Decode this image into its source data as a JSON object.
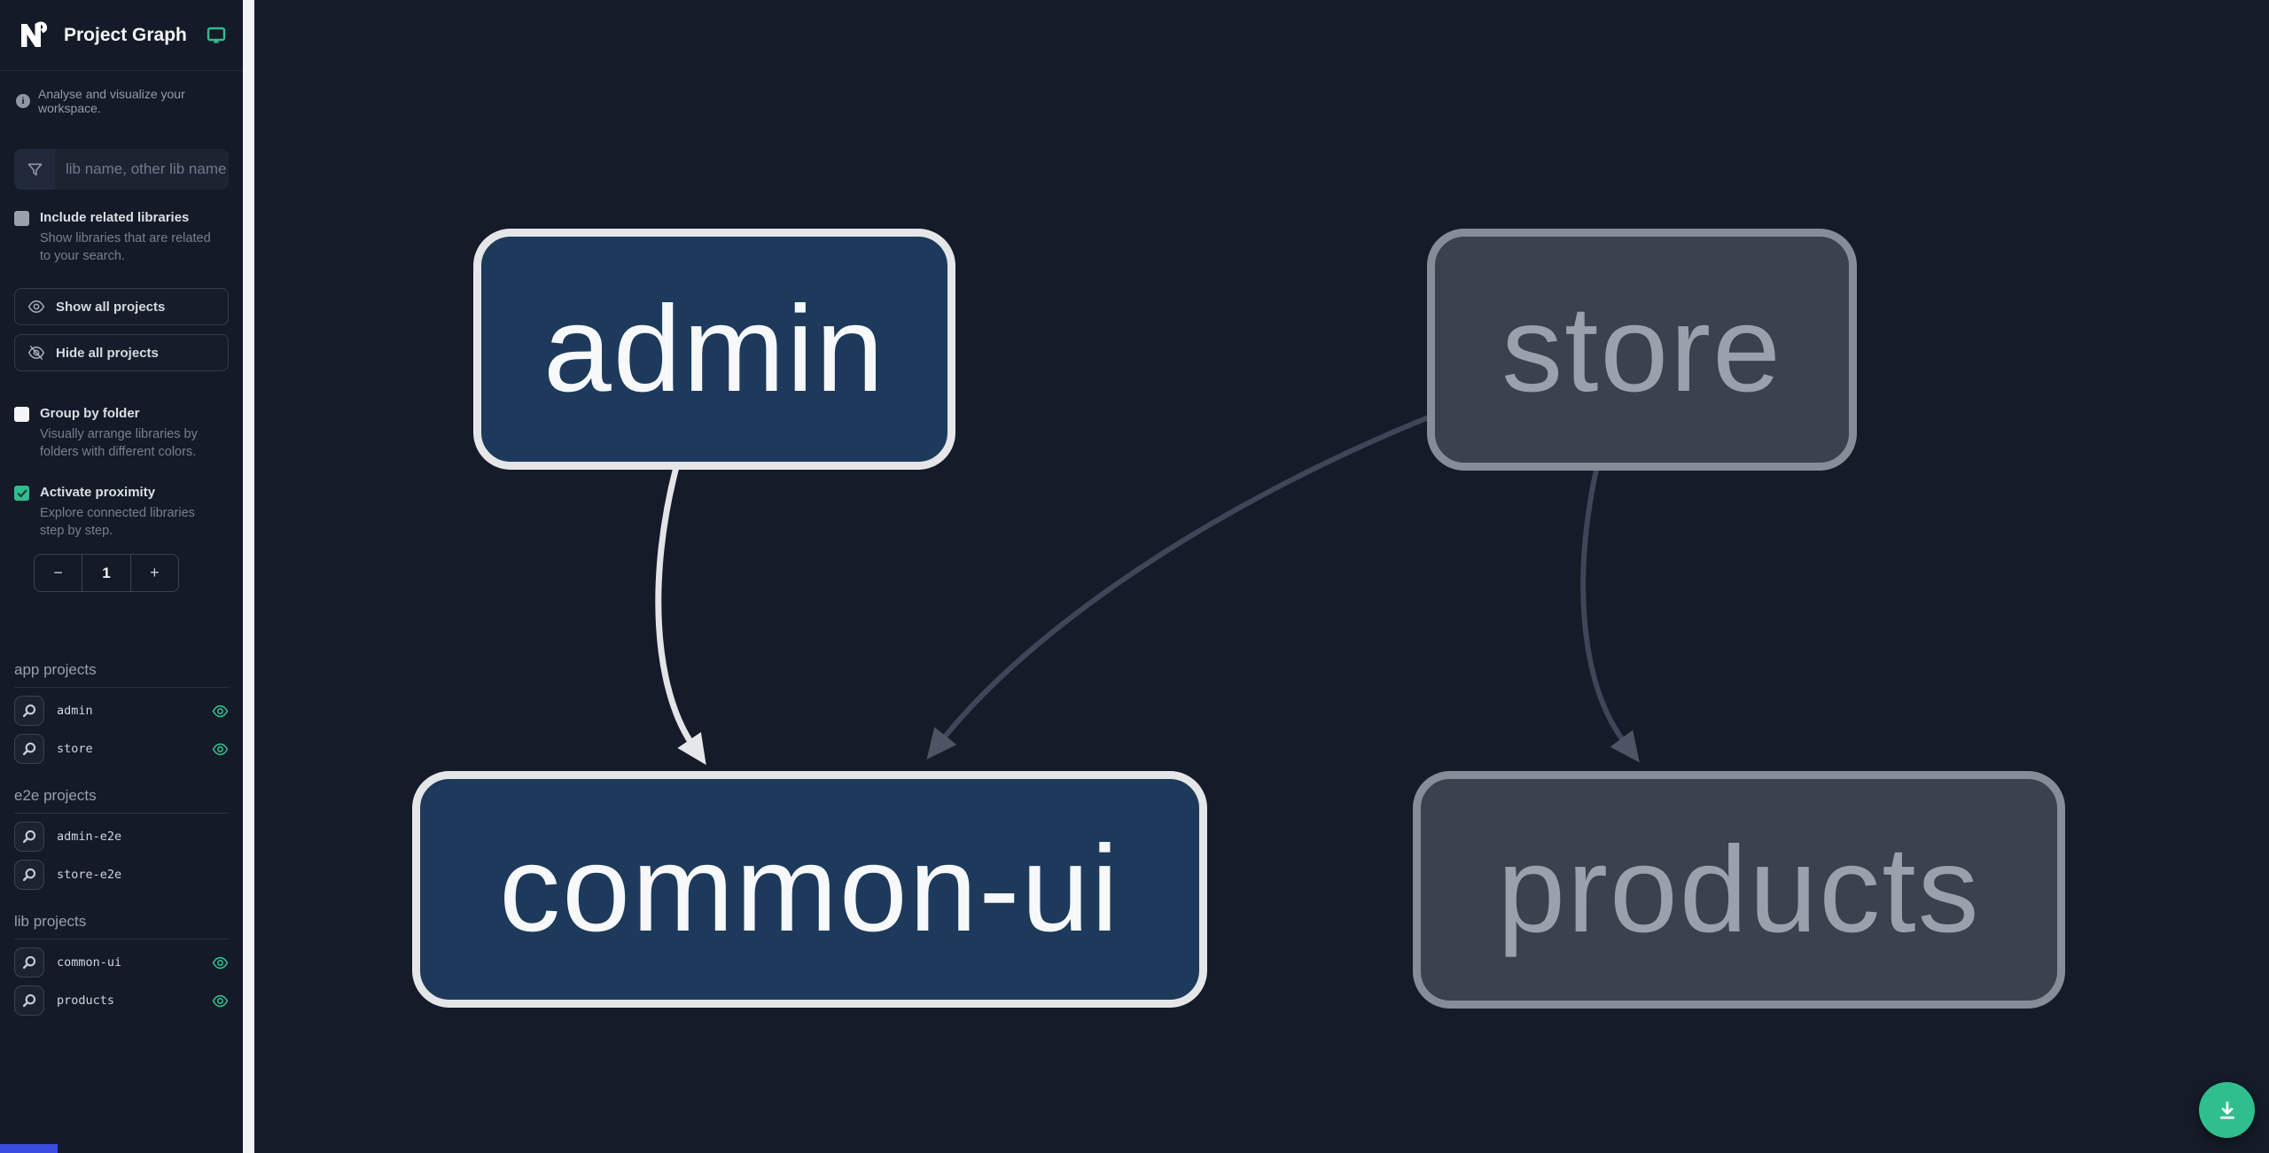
{
  "header": {
    "title": "Project Graph"
  },
  "sidebar": {
    "tagline": "Analyse and visualize your workspace.",
    "search": {
      "placeholder": "lib name, other lib name",
      "value": ""
    },
    "checkboxes": [
      {
        "label": "Include related libraries",
        "description": "Show libraries that are related to your search.",
        "checked": false
      },
      {
        "label": "Group by folder",
        "description": "Visually arrange libraries by folders with different colors.",
        "checked": false
      },
      {
        "label": "Activate proximity",
        "description": "Explore connected libraries step by step.",
        "checked": true
      }
    ],
    "buttons": {
      "show_all": "Show all projects",
      "hide_all": "Hide all projects"
    },
    "stepper": {
      "decrement": "−",
      "value": "1",
      "increment": "+"
    },
    "sections": [
      {
        "title": "app projects",
        "items": [
          {
            "name": "admin",
            "visible": true
          },
          {
            "name": "store",
            "visible": true
          }
        ]
      },
      {
        "title": "e2e projects",
        "items": [
          {
            "name": "admin-e2e",
            "visible": false
          },
          {
            "name": "store-e2e",
            "visible": false
          }
        ]
      },
      {
        "title": "lib projects",
        "items": [
          {
            "name": "common-ui",
            "visible": true
          },
          {
            "name": "products",
            "visible": true
          }
        ]
      }
    ]
  },
  "graph": {
    "nodes": [
      {
        "id": "admin",
        "label": "admin",
        "state": "focused"
      },
      {
        "id": "store",
        "label": "store",
        "state": "dimmed"
      },
      {
        "id": "common-ui",
        "label": "common-ui",
        "state": "focused"
      },
      {
        "id": "products",
        "label": "products",
        "state": "dimmed"
      }
    ],
    "edges": [
      {
        "from": "admin",
        "to": "common-ui",
        "state": "highlighted"
      },
      {
        "from": "store",
        "to": "common-ui",
        "state": "dimmed"
      },
      {
        "from": "store",
        "to": "products",
        "state": "dimmed"
      }
    ]
  },
  "colors": {
    "accent_teal": "#2ebd8c",
    "node_focused_fill": "#1d3a5c",
    "node_focused_border": "#e5e6e8",
    "node_dimmed_fill": "#3b414e",
    "node_dimmed_border": "#868d99",
    "edge_highlight": "#e3e4e7",
    "edge_dimmed": "#3e4657",
    "canvas_bg": "#151b28",
    "sidebar_bg": "#141a27",
    "scrollbar_blue": "#3b4ce1"
  },
  "icons": [
    "nx-logo",
    "monitor-icon",
    "info-icon",
    "filter-icon",
    "eye-icon",
    "eye-off-icon",
    "focus-project-icon",
    "download-icon"
  ]
}
